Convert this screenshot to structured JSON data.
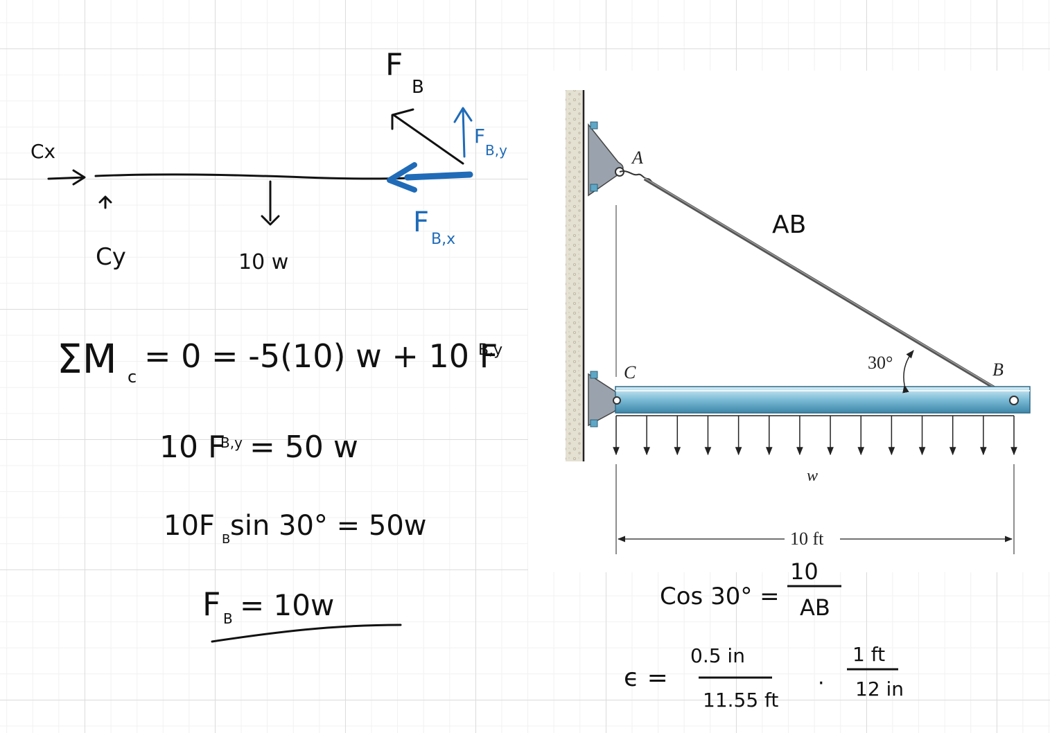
{
  "fbd": {
    "label_fb": "F",
    "label_fb_sub": "B",
    "label_cx": "Cx",
    "label_cy": "Cy",
    "label_load": "10 w",
    "label_fby": "F",
    "label_fby_sub": "B,y",
    "label_fbx": "F",
    "label_fbx_sub": "B,x"
  },
  "equations": {
    "moment": "ΣM",
    "moment_sub": "c",
    "moment_rest": "= 0 = -5(10) w + 10 F",
    "moment_tail": "B,y",
    "eq2_a": "10 F",
    "eq2_sub": "B,y",
    "eq2_b": " = 50 w",
    "eq3_a": "10F",
    "eq3_sub": "B",
    "eq3_b": " sin 30° = 50w",
    "eq4_a": "F",
    "eq4_sub": "B",
    "eq4_b": " = 10w"
  },
  "figure": {
    "label_a": "A",
    "label_b": "B",
    "label_c": "C",
    "angle": "30°",
    "load": "w",
    "span": "10 ft",
    "member_ab": "AB"
  },
  "calc": {
    "cos_lhs": "Cos 30° =",
    "cos_num": "10",
    "cos_den": "AB",
    "strain": "ϵ =",
    "f1_num": "0.5 in",
    "f1_den": "11.55 ft",
    "dot": "·",
    "f2_num": "1 ft",
    "f2_den": "12 in"
  }
}
